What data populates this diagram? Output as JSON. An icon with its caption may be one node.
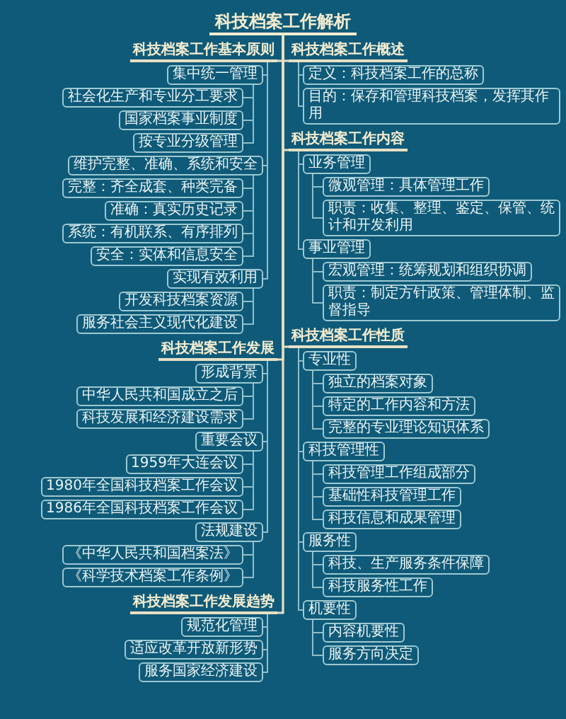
{
  "diagram": {
    "nodes": [
      {
        "text": [
          "科技档案工作解析"
        ]
      },
      {
        "text": [
          "科技档案工作基本原则"
        ]
      },
      {
        "text": [
          "集中统一管理"
        ]
      },
      {
        "text": [
          "社会化生产和专业分工要求"
        ]
      },
      {
        "text": [
          "国家档案事业制度"
        ]
      },
      {
        "text": [
          "按专业分级管理"
        ]
      },
      {
        "text": [
          "维护完整、准确、系统和安全"
        ]
      },
      {
        "text": [
          "完整：齐全成套、种类完备"
        ]
      },
      {
        "text": [
          "准确：真实历史记录"
        ]
      },
      {
        "text": [
          "系统：有机联系、有序排列"
        ]
      },
      {
        "text": [
          "安全：实体和信息安全"
        ]
      },
      {
        "text": [
          "实现有效利用"
        ]
      },
      {
        "text": [
          "开发科技档案资源"
        ]
      },
      {
        "text": [
          "服务社会主义现代化建设"
        ]
      },
      {
        "text": [
          "科技档案工作发展"
        ]
      },
      {
        "text": [
          "形成背景"
        ]
      },
      {
        "text": [
          "中华人民共和国成立之后"
        ]
      },
      {
        "text": [
          "科技发展和经济建设需求"
        ]
      },
      {
        "text": [
          "重要会议"
        ]
      },
      {
        "text": [
          "1959年大连会议"
        ]
      },
      {
        "text": [
          "1980年全国科技档案工作会议"
        ]
      },
      {
        "text": [
          "1986年全国科技档案工作会议"
        ]
      },
      {
        "text": [
          "法规建设"
        ]
      },
      {
        "text": [
          "《中华人民共和国档案法》"
        ]
      },
      {
        "text": [
          "《科学技术档案工作条例》"
        ]
      },
      {
        "text": [
          "科技档案工作发展趋势"
        ]
      },
      {
        "text": [
          "规范化管理"
        ]
      },
      {
        "text": [
          "适应改革开放新形势"
        ]
      },
      {
        "text": [
          "服务国家经济建设"
        ]
      },
      {
        "text": [
          "科技档案工作概述"
        ]
      },
      {
        "text": [
          "定义：科技档案工作的总称"
        ]
      },
      {
        "text": [
          "目的：保存和管理科技档案，发挥其作用"
        ]
      },
      {
        "text": [
          "科技档案工作内容"
        ]
      },
      {
        "text": [
          "业务管理"
        ]
      },
      {
        "text": [
          "微观管理：具体管理工作"
        ]
      },
      {
        "text": [
          "职责：收集、整理、鉴定、保管、统计和开发利用"
        ]
      },
      {
        "text": [
          "事业管理"
        ]
      },
      {
        "text": [
          "宏观管理：统筹规划和组织协调"
        ]
      },
      {
        "text": [
          "职责：制定方针政策、管理体制、监督指导"
        ]
      },
      {
        "text": [
          "科技档案工作性质"
        ]
      },
      {
        "text": [
          "专业性"
        ]
      },
      {
        "text": [
          "独立的档案对象"
        ]
      },
      {
        "text": [
          "特定的工作内容和方法"
        ]
      },
      {
        "text": [
          "完整的专业理论知识体系"
        ]
      },
      {
        "text": [
          "科技管理性"
        ]
      },
      {
        "text": [
          "科技管理工作组成部分"
        ]
      },
      {
        "text": [
          "基础性科技管理工作"
        ]
      },
      {
        "text": [
          "科技信息和成果管理"
        ]
      },
      {
        "text": [
          "服务性"
        ]
      },
      {
        "text": [
          "科技、生产服务条件保障"
        ]
      },
      {
        "text": [
          "科技服务性工作"
        ]
      },
      {
        "text": [
          "机要性"
        ]
      },
      {
        "text": [
          "内容机要性"
        ]
      },
      {
        "text": [
          "服务方向决定"
        ]
      }
    ],
    "edges": [
      {
        "from": 0,
        "to": 1,
        "arrow": "none"
      },
      {
        "from": 0,
        "to": 14,
        "arrow": "none"
      },
      {
        "from": 0,
        "to": 25,
        "arrow": "none"
      },
      {
        "from": 0,
        "to": 29,
        "arrow": "none"
      },
      {
        "from": 0,
        "to": 32,
        "arrow": "none"
      },
      {
        "from": 0,
        "to": 39,
        "arrow": "none"
      },
      {
        "from": 1,
        "to": 2,
        "arrow": "none"
      },
      {
        "from": 1,
        "to": 6,
        "arrow": "none"
      },
      {
        "from": 1,
        "to": 11,
        "arrow": "none"
      },
      {
        "from": 2,
        "to": 3,
        "arrow": "none"
      },
      {
        "from": 2,
        "to": 4,
        "arrow": "none"
      },
      {
        "from": 2,
        "to": 5,
        "arrow": "none"
      },
      {
        "from": 6,
        "to": 7,
        "arrow": "none"
      },
      {
        "from": 6,
        "to": 8,
        "arrow": "none"
      },
      {
        "from": 6,
        "to": 9,
        "arrow": "none"
      },
      {
        "from": 6,
        "to": 10,
        "arrow": "none"
      },
      {
        "from": 11,
        "to": 12,
        "arrow": "none"
      },
      {
        "from": 11,
        "to": 13,
        "arrow": "none"
      },
      {
        "from": 14,
        "to": 15,
        "arrow": "none"
      },
      {
        "from": 14,
        "to": 18,
        "arrow": "none"
      },
      {
        "from": 14,
        "to": 22,
        "arrow": "none"
      },
      {
        "from": 15,
        "to": 16,
        "arrow": "none"
      },
      {
        "from": 15,
        "to": 17,
        "arrow": "none"
      },
      {
        "from": 18,
        "to": 19,
        "arrow": "none"
      },
      {
        "from": 18,
        "to": 20,
        "arrow": "none"
      },
      {
        "from": 18,
        "to": 21,
        "arrow": "none"
      },
      {
        "from": 22,
        "to": 23,
        "arrow": "none"
      },
      {
        "from": 22,
        "to": 24,
        "arrow": "none"
      },
      {
        "from": 25,
        "to": 26,
        "arrow": "none"
      },
      {
        "from": 25,
        "to": 27,
        "arrow": "none"
      },
      {
        "from": 25,
        "to": 28,
        "arrow": "none"
      },
      {
        "from": 29,
        "to": 30,
        "arrow": "none"
      },
      {
        "from": 29,
        "to": 31,
        "arrow": "none"
      },
      {
        "from": 32,
        "to": 33,
        "arrow": "none"
      },
      {
        "from": 32,
        "to": 36,
        "arrow": "none"
      },
      {
        "from": 33,
        "to": 34,
        "arrow": "none"
      },
      {
        "from": 33,
        "to": 35,
        "arrow": "none"
      },
      {
        "from": 36,
        "to": 37,
        "arrow": "none"
      },
      {
        "from": 36,
        "to": 38,
        "arrow": "none"
      },
      {
        "from": 39,
        "to": 40,
        "arrow": "none"
      },
      {
        "from": 39,
        "to": 44,
        "arrow": "none"
      },
      {
        "from": 39,
        "to": 48,
        "arrow": "none"
      },
      {
        "from": 39,
        "to": 51,
        "arrow": "none"
      },
      {
        "from": 40,
        "to": 41,
        "arrow": "none"
      },
      {
        "from": 40,
        "to": 42,
        "arrow": "none"
      },
      {
        "from": 40,
        "to": 43,
        "arrow": "none"
      },
      {
        "from": 44,
        "to": 45,
        "arrow": "none"
      },
      {
        "from": 44,
        "to": 46,
        "arrow": "none"
      },
      {
        "from": 44,
        "to": 47,
        "arrow": "none"
      },
      {
        "from": 48,
        "to": 49,
        "arrow": "none"
      },
      {
        "from": 48,
        "to": 50,
        "arrow": "none"
      },
      {
        "from": 51,
        "to": 52,
        "arrow": "none"
      },
      {
        "from": 51,
        "to": 53,
        "arrow": "none"
      }
    ]
  }
}
